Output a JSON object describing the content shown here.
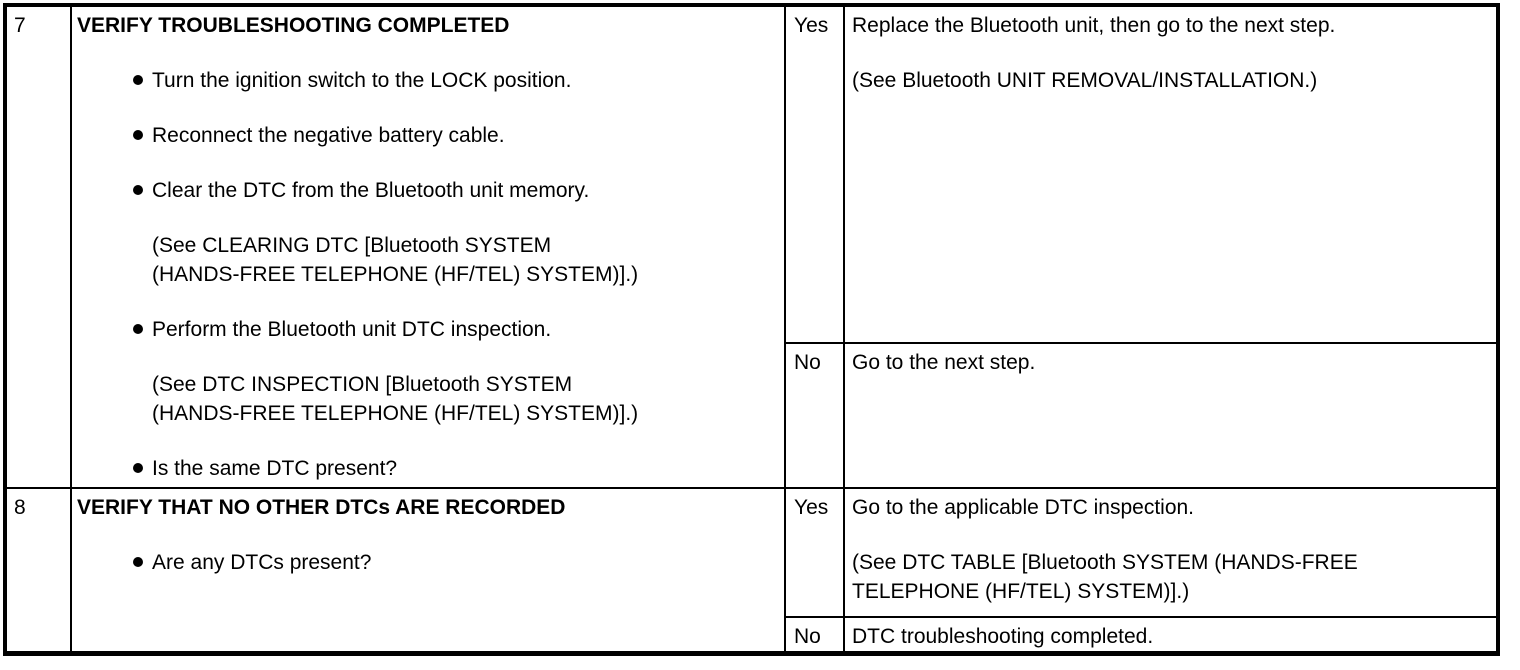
{
  "colors": {
    "border": "#000000",
    "background": "#ffffff",
    "text": "#000000"
  },
  "table": {
    "rows": [
      {
        "step": "7",
        "title": "VERIFY TROUBLESHOOTING COMPLETED",
        "items": [
          {
            "type": "bullet",
            "text": "Turn the ignition switch to the LOCK position."
          },
          {
            "type": "bullet",
            "text": "Reconnect the negative battery cable."
          },
          {
            "type": "bullet",
            "text": "Clear the DTC from the Bluetooth unit memory."
          },
          {
            "type": "note",
            "lines": [
              "(See CLEARING DTC [Bluetooth SYSTEM",
              "(HANDS-FREE TELEPHONE (HF/TEL) SYSTEM)].)"
            ]
          },
          {
            "type": "bullet",
            "text": "Perform the Bluetooth unit DTC inspection."
          },
          {
            "type": "note",
            "lines": [
              "(See DTC INSPECTION [Bluetooth SYSTEM",
              "(HANDS-FREE TELEPHONE (HF/TEL) SYSTEM)].)"
            ]
          },
          {
            "type": "bullet",
            "text": "Is the same DTC present?"
          }
        ],
        "results": [
          {
            "label": "Yes",
            "paragraphs": [
              [
                "Replace the Bluetooth unit, then go to the next step."
              ],
              [
                "(See Bluetooth UNIT REMOVAL/INSTALLATION.)"
              ]
            ]
          },
          {
            "label": "No",
            "paragraphs": [
              [
                "Go to the next step."
              ]
            ]
          }
        ]
      },
      {
        "step": "8",
        "title": "VERIFY THAT NO OTHER DTCs ARE RECORDED",
        "items": [
          {
            "type": "bullet",
            "text": "Are any DTCs present?"
          }
        ],
        "results": [
          {
            "label": "Yes",
            "paragraphs": [
              [
                "Go to the applicable DTC inspection."
              ],
              [
                "(See DTC TABLE [Bluetooth SYSTEM (HANDS-FREE",
                "TELEPHONE (HF/TEL) SYSTEM)].)"
              ]
            ]
          },
          {
            "label": "No",
            "paragraphs": [
              [
                "DTC troubleshooting completed."
              ]
            ]
          }
        ]
      }
    ]
  }
}
